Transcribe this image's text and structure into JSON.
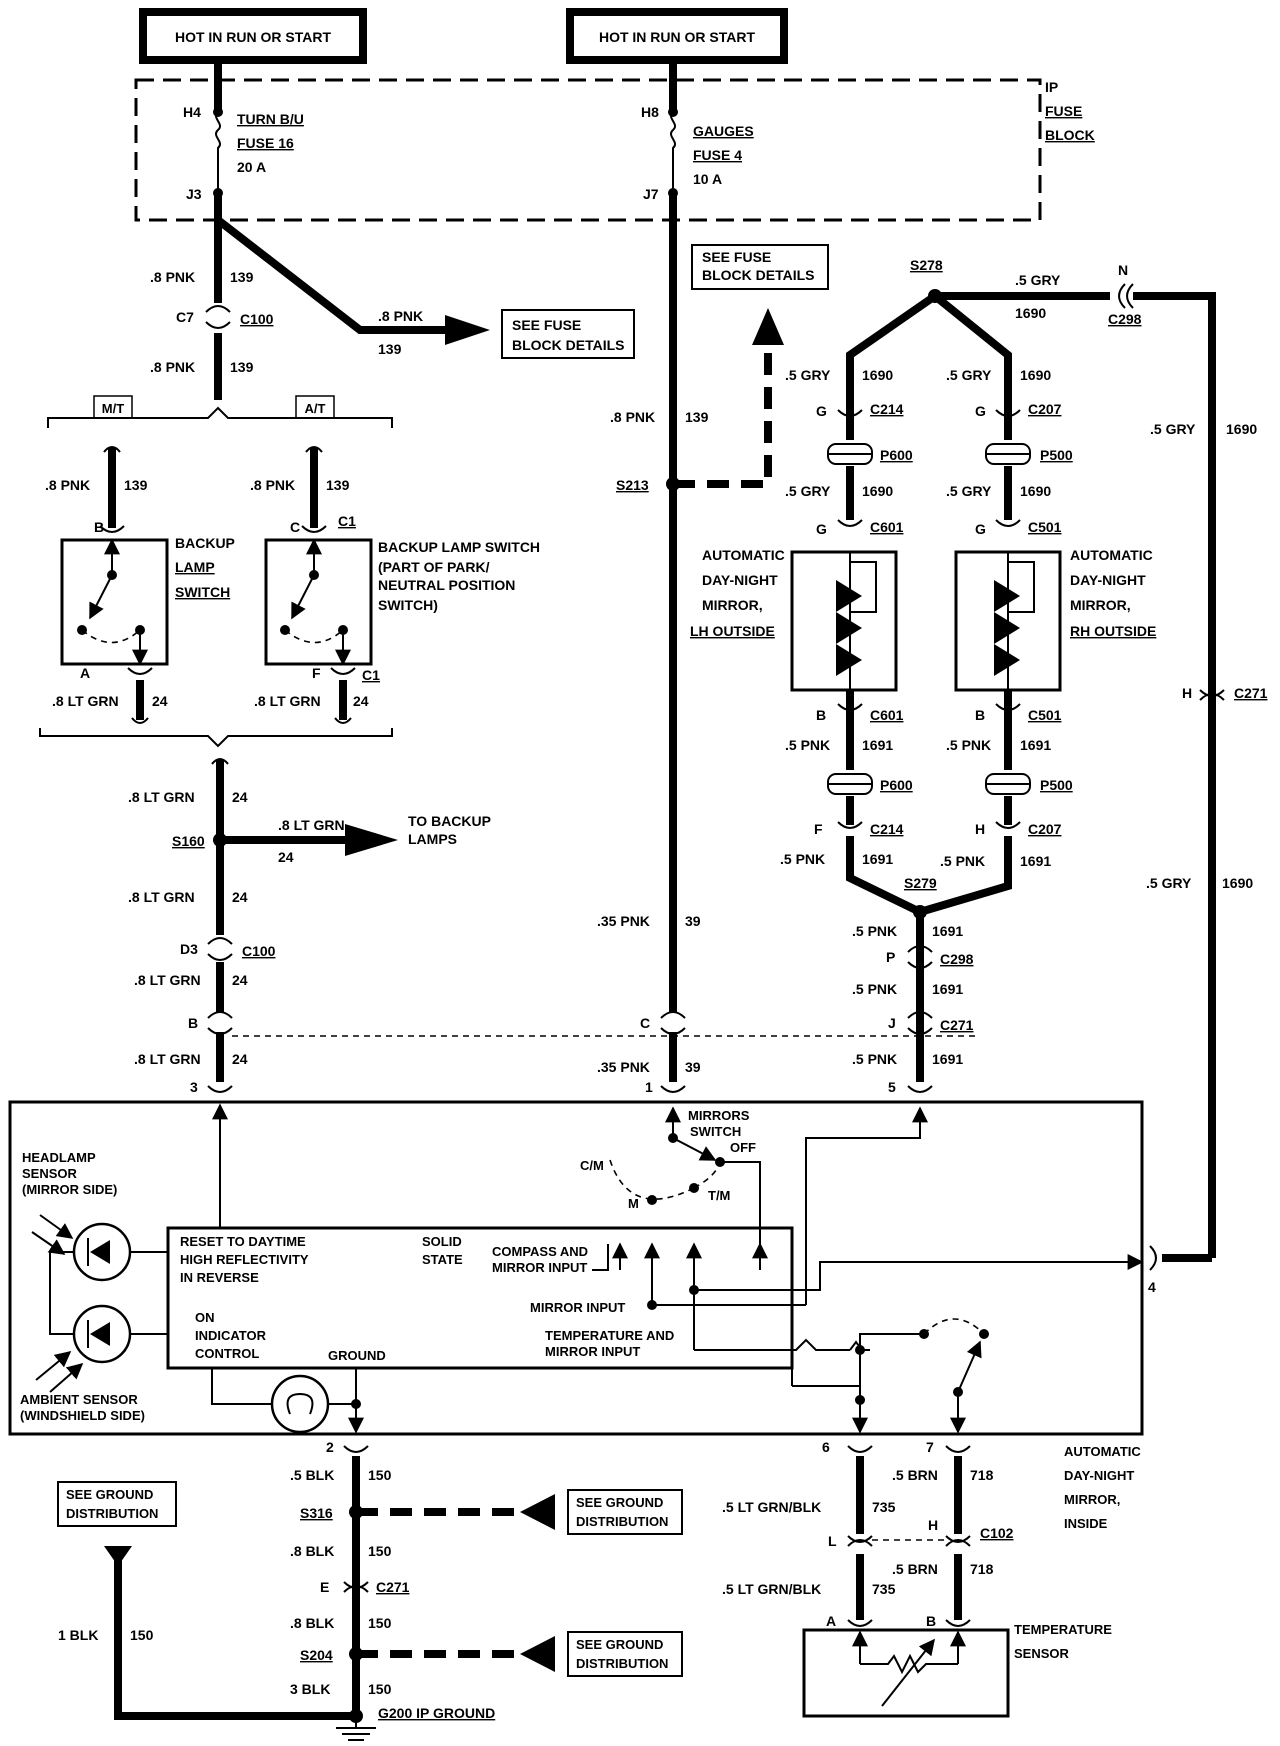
{
  "power": {
    "left": "HOT IN RUN OR START",
    "right": "HOT IN RUN OR START"
  },
  "fuse_block": {
    "label_1": "IP",
    "label_2": "FUSE",
    "label_3": "BLOCK",
    "fuse16": {
      "in": "H4",
      "out": "J3",
      "l1": "TURN B/U",
      "l2": "FUSE 16",
      "l3": "20 A"
    },
    "fuse4": {
      "in": "H8",
      "out": "J7",
      "l1": "GAUGES",
      "l2": "FUSE 4",
      "l3": "10 A"
    }
  },
  "wires": {
    "pnk8": ".8 PNK",
    "c139": "139",
    "pnk35": ".35 PNK",
    "c39": "39",
    "ltgrn8": ".8 LT GRN",
    "c24": "24",
    "gry5": ".5 GRY",
    "c1690": "1690",
    "pnk5": ".5 PNK",
    "c1691": "1691",
    "blk5": ".5 BLK",
    "blk8": ".8 BLK",
    "blk3": "3 BLK",
    "blk1": "1 BLK",
    "c150": "150",
    "ltgrnblk5": ".5 LT GRN/BLK",
    "c735": "735",
    "brn5": ".5 BRN",
    "c718": "718"
  },
  "connectors": {
    "C7": "C7",
    "C100": "C100",
    "D3": "D3",
    "B": "B",
    "C": "C",
    "J": "J",
    "P": "P",
    "C298": "C298",
    "C271": "C271",
    "N": "N",
    "H": "H",
    "G": "G",
    "F": "F",
    "A": "A",
    "C214": "C214",
    "C207": "C207",
    "C601": "C601",
    "C501": "C501",
    "P600": "P600",
    "P500": "P500",
    "C1": "C1",
    "E": "E",
    "L": "L",
    "C102": "C102"
  },
  "splices": {
    "S213": "S213",
    "S278": "S278",
    "S279": "S279",
    "S160": "S160",
    "S316": "S316",
    "S204": "S204",
    "G200": "G200 IP GROUND"
  },
  "refs": {
    "fuse_details_1": "SEE FUSE",
    "fuse_details_2": "BLOCK DETAILS",
    "ground_1": "SEE GROUND",
    "ground_2": "DISTRIBUTION",
    "to_backup_1": "TO BACKUP",
    "to_backup_2": "LAMPS"
  },
  "transmission": {
    "mt": "M/T",
    "at": "A/T"
  },
  "switches": {
    "backup_mt": [
      "BACKUP",
      "LAMP",
      "SWITCH"
    ],
    "backup_at": [
      "BACKUP LAMP SWITCH",
      "(PART OF PARK/",
      "NEUTRAL POSITION",
      "SWITCH)"
    ]
  },
  "mirrors": {
    "lh": [
      "AUTOMATIC",
      "DAY-NIGHT",
      "MIRROR,",
      "LH OUTSIDE"
    ],
    "rh": [
      "AUTOMATIC",
      "DAY-NIGHT",
      "MIRROR,",
      "RH OUTSIDE"
    ],
    "inside": [
      "AUTOMATIC",
      "DAY-NIGHT",
      "MIRROR,",
      "INSIDE"
    ]
  },
  "inside_mirror": {
    "headlamp": [
      "HEADLAMP",
      "SENSOR",
      "(MIRROR SIDE)"
    ],
    "ambient": [
      "AMBIENT SENSOR",
      "(WINDSHIELD SIDE)"
    ],
    "reset": [
      "RESET TO DAYTIME",
      "HIGH REFLECTIVITY",
      "IN REVERSE"
    ],
    "solid": [
      "SOLID",
      "STATE"
    ],
    "on_ind": [
      "ON",
      "INDICATOR",
      "CONTROL"
    ],
    "ground": "GROUND",
    "compass": [
      "COMPASS AND",
      "MIRROR INPUT"
    ],
    "mirror_input": "MIRROR INPUT",
    "temp_input": [
      "TEMPERATURE AND",
      "MIRROR INPUT"
    ],
    "mirrors_switch": [
      "MIRRORS",
      "SWITCH"
    ],
    "off": "OFF",
    "cm": "C/M",
    "m": "M",
    "tm": "T/M",
    "pins": [
      "1",
      "2",
      "3",
      "4",
      "5",
      "6",
      "7"
    ]
  },
  "temp_sensor": [
    "TEMPERATURE",
    "SENSOR"
  ]
}
